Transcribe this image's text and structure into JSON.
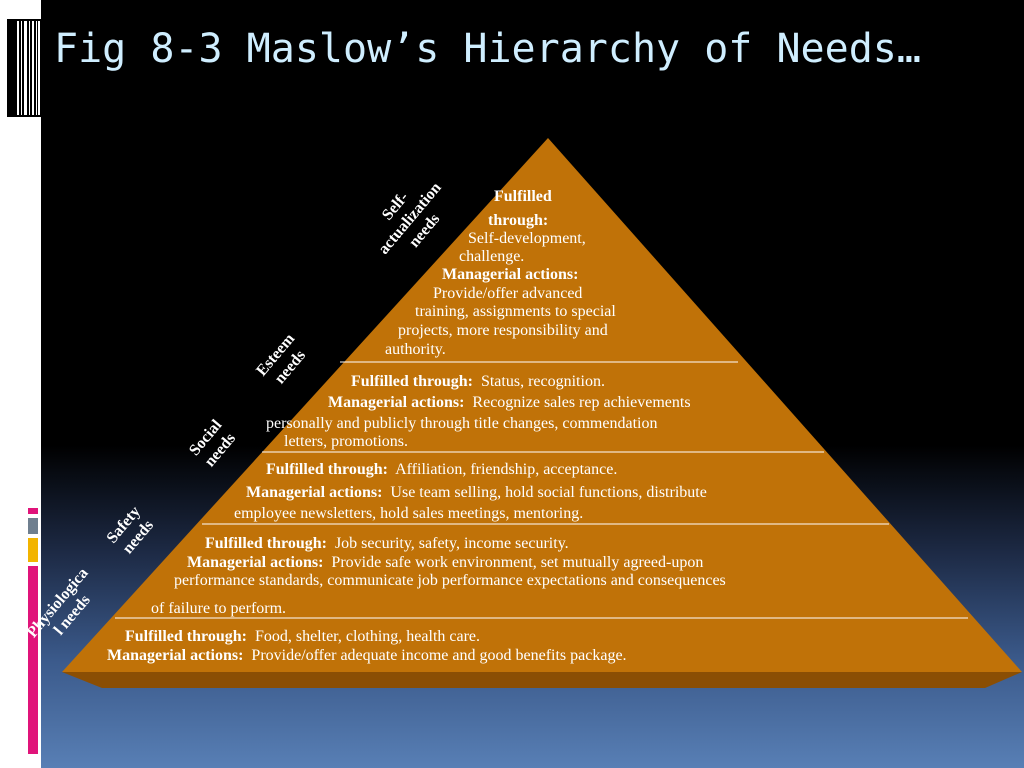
{
  "slide": {
    "title": "Fig 8-3 Maslow’s Hierarchy of Needs…"
  },
  "colors": {
    "pyramid_fill": "#c07208",
    "pyramid_edge": "#8a4e04",
    "title": "#cfeeff",
    "accent_pink": "#e0147a",
    "accent_yellow": "#f2b400",
    "accent_gray": "#6f7f8f"
  },
  "levels": {
    "self_actualization": {
      "label_line1": "Self-",
      "label_line2": "actualization",
      "label_line3": "needs",
      "fulfilled_label_line1": "Fulfilled",
      "fulfilled_label_line2": "through:",
      "fulfilled_text_line1": "Self-development,",
      "fulfilled_text_line2": "challenge.",
      "actions_label": "Managerial actions:",
      "actions_line1": "Provide/offer advanced",
      "actions_line2": "training, assignments to special",
      "actions_line3": "projects, more responsibility and",
      "actions_line4": "authority."
    },
    "esteem": {
      "label_line1": "Esteem",
      "label_line2": "needs",
      "fulfilled_label": "Fulfilled through:",
      "fulfilled_text": "Status, recognition.",
      "actions_label": "Managerial actions:",
      "actions_line1": "Recognize sales rep achievements",
      "actions_line2": "personally and publicly through title changes, commendation",
      "actions_line3": "letters, promotions."
    },
    "social": {
      "label_line1": "Social",
      "label_line2": "needs",
      "fulfilled_label": "Fulfilled through:",
      "fulfilled_text": "Affiliation, friendship, acceptance.",
      "actions_label": "Managerial actions:",
      "actions_line1": "Use team selling, hold social  functions, distribute",
      "actions_line2": "employee newsletters, hold sales meetings, mentoring."
    },
    "safety": {
      "label_line1": "Safety",
      "label_line2": "needs",
      "fulfilled_label": "Fulfilled through:",
      "fulfilled_text": "Job security, safety, income security.",
      "actions_label": "Managerial actions:",
      "actions_line1": "Provide safe work environment, set mutually agreed-upon",
      "actions_line2": "performance standards, communicate job performance expectations and consequences",
      "actions_line3": "of failure to perform."
    },
    "physiological": {
      "label_line1": "Physiologica",
      "label_line2": "l needs",
      "fulfilled_label": "Fulfilled through:",
      "fulfilled_text": "Food, shelter, clothing, health care.",
      "actions_label": "Managerial actions:",
      "actions_line1": "Provide/offer adequate income and good benefits package."
    }
  }
}
